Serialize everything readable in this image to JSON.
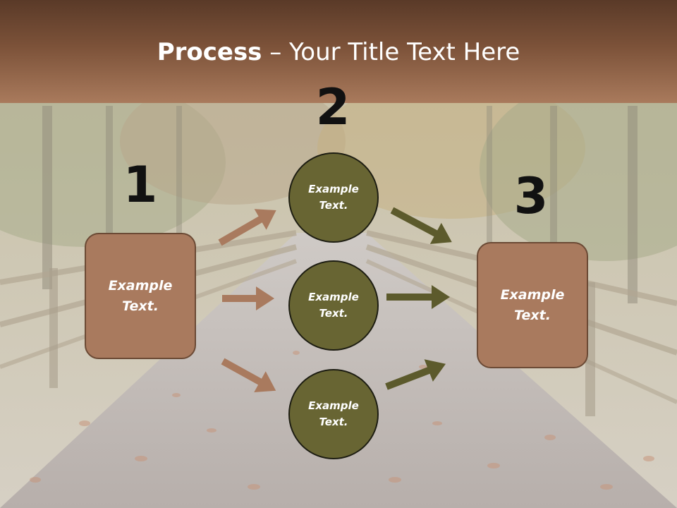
{
  "title": {
    "bold": "Process",
    "rest": " – Your Title Text Here"
  },
  "steps": [
    {
      "number": "1",
      "label": "Example Text."
    },
    {
      "number": "2",
      "labels": [
        "Example Text.",
        "Example Text.",
        "Example Text."
      ]
    },
    {
      "number": "3",
      "label": "Example Text."
    }
  ],
  "colors": {
    "header": "#7c5239",
    "box_fill": "#a97a5e",
    "circle_fill": "#686533",
    "arrow_brown": "#a97a5e",
    "arrow_olive": "#5c5a2c"
  }
}
